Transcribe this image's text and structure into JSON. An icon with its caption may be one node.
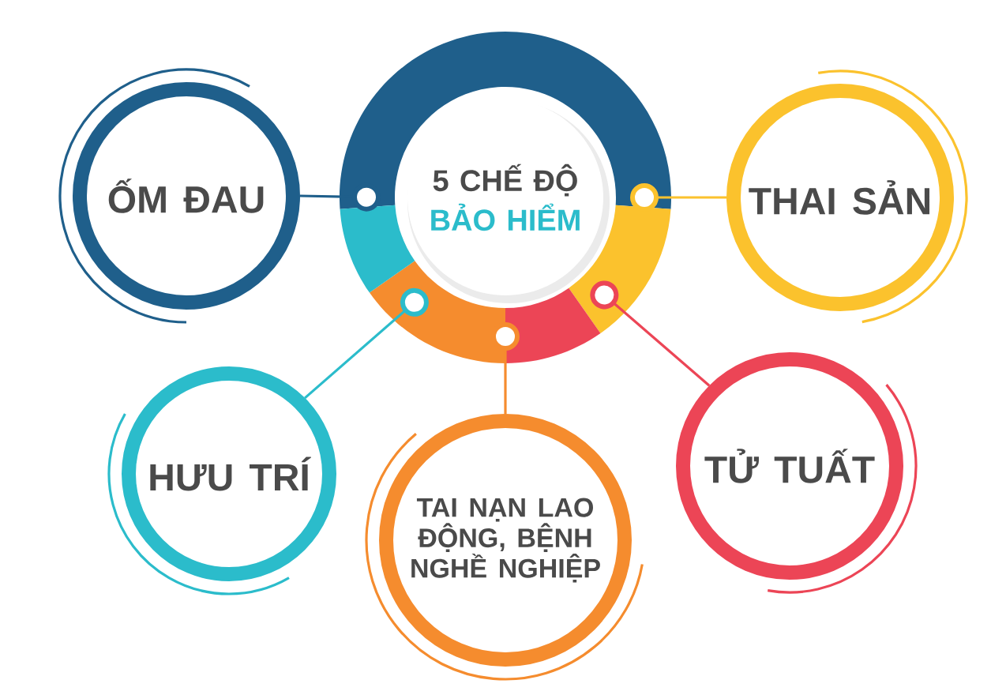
{
  "diagram": {
    "nodes": [
      {
        "text": [
          "5 CHẾ ĐỘ",
          "BẢO HIỂM"
        ]
      },
      {
        "text": [
          "ỐM ĐAU"
        ]
      },
      {
        "text": [
          "THAI SẢN"
        ]
      },
      {
        "text": [
          "HƯU TRÍ"
        ]
      },
      {
        "text": [
          "TAI NẠN LAO ĐỘNG, BỆNH NGHỀ NGHIỆP"
        ]
      },
      {
        "text": [
          "TỬ TUẤT"
        ]
      }
    ],
    "edges": [
      {
        "from": 0,
        "to": 1,
        "arrow": "other",
        "color": "#1f5f8b"
      },
      {
        "from": 0,
        "to": 2,
        "arrow": "other",
        "color": "#fbc22d"
      },
      {
        "from": 0,
        "to": 3,
        "arrow": "other",
        "color": "#2bbccb"
      },
      {
        "from": 0,
        "to": 4,
        "arrow": "other",
        "color": "#f58c2e"
      },
      {
        "from": 0,
        "to": 5,
        "arrow": "other",
        "color": "#ec4556"
      }
    ]
  }
}
